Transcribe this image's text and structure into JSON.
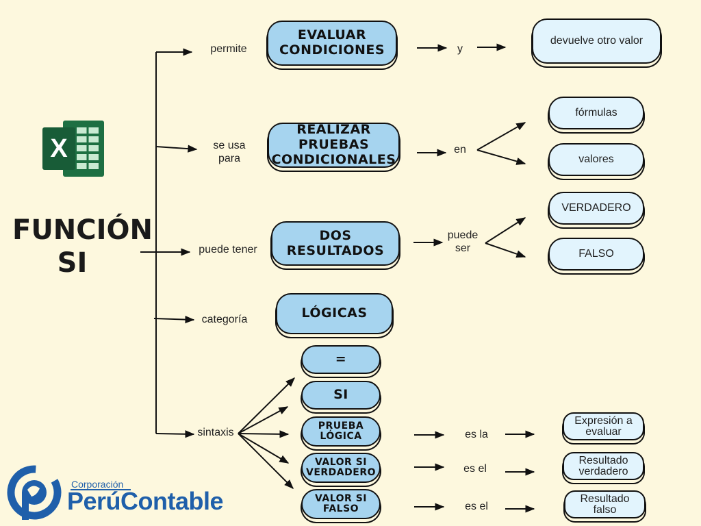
{
  "title": "FUNCIÓN SI",
  "connectors": {
    "permite": "permite",
    "se_usa_para": "se usa para",
    "puede_tener": "puede tener",
    "categoria": "categoría",
    "sintaxis": "sintaxis",
    "y": "y",
    "en": "en",
    "puede_ser": "puede ser",
    "es_la": "es la",
    "es_el_1": "es el",
    "es_el_2": "es el"
  },
  "concepts": {
    "evaluar": "EVALUAR CONDICIONES",
    "realizar": "REALIZAR PRUEBAS CONDICIONALES",
    "dos_resultados": "DOS RESULTADOS",
    "logicas": "LÓGICAS",
    "igual": "=",
    "si": "SI",
    "prueba_logica": "PRUEBA LÓGICA",
    "valor_si_verdadero": "VALOR SI VERDADERO",
    "valor_si_falso": "VALOR SI FALSO"
  },
  "details": {
    "devuelve": "devuelve otro valor",
    "formulas": "fórmulas",
    "valores": "valores",
    "verdadero": "VERDADERO",
    "falso": "FALSO",
    "expresion": "Expresión a evaluar",
    "res_verdadero": "Resultado verdadero",
    "res_falso": "Resultado falso"
  },
  "logo": {
    "excel_letter": "X",
    "brand_sub": "Corporación",
    "brand_main": "PerúContable"
  },
  "colors": {
    "background": "#fdf8de",
    "concept_fill": "#a6d4ef",
    "detail_fill": "#e2f4fd",
    "excel_green": "#1d6f42",
    "brand_blue": "#1f5faa"
  }
}
